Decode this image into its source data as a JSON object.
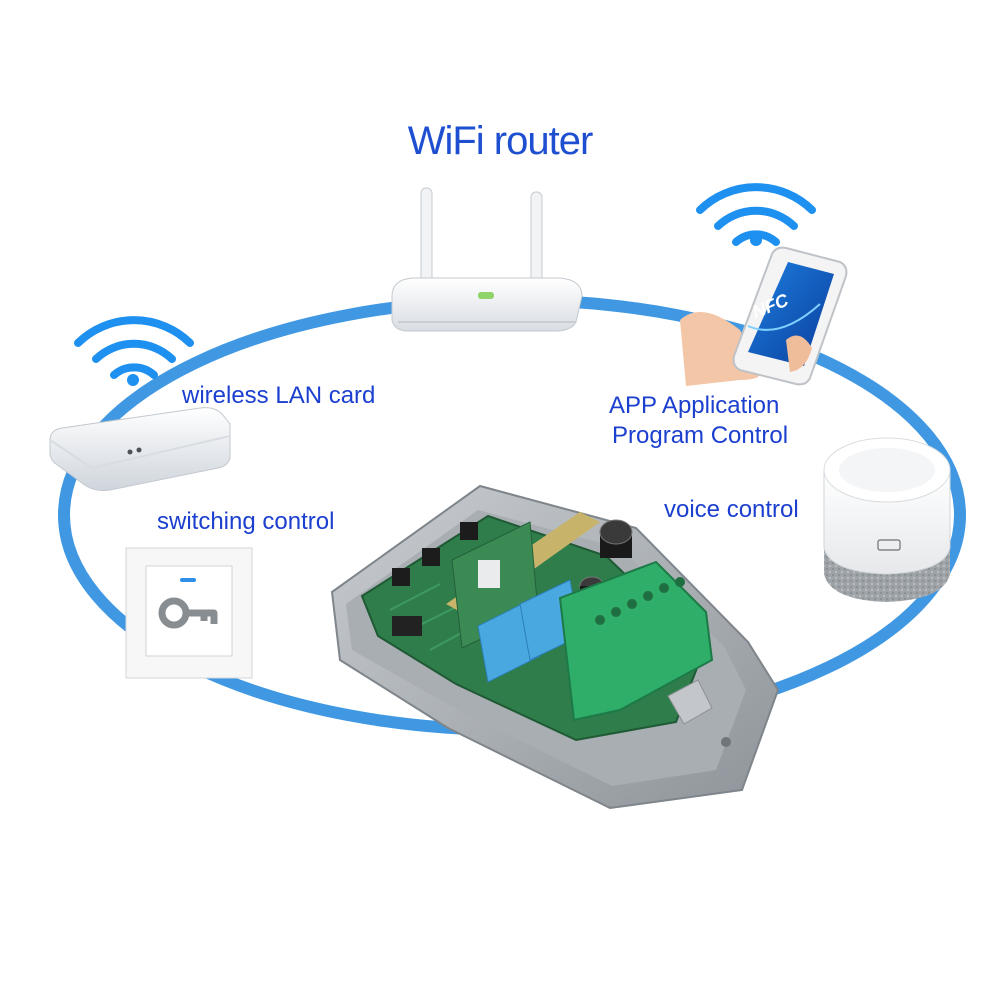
{
  "labels": {
    "title": "WiFi router",
    "wireless_lan": "wireless LAN card",
    "app_line1": "APP Application",
    "app_line2": "Program Control",
    "voice": "voice control",
    "switching": "switching control"
  },
  "phone_screen_text": "NFC",
  "icons": [
    "wifi-signal-icon",
    "router-image",
    "gateway-image",
    "smartphone-image",
    "smart-speaker-image",
    "wall-switch-image",
    "key-icon",
    "relay-board-image"
  ],
  "colors": {
    "ring": "#2b8de0",
    "title_text": "#1f4fd1",
    "label_text": "#1b3fcf",
    "wifi_signal": "#1e90f0",
    "pcb_green": "#2e7d4a",
    "relay_blue": "#4aa8e0",
    "terminal_green": "#2fae6a"
  }
}
